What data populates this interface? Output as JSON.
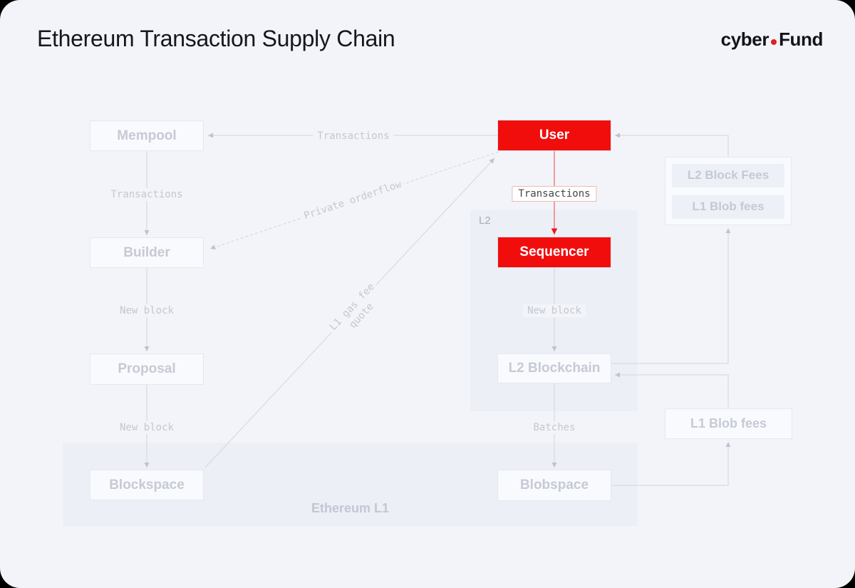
{
  "header": {
    "title": "Ethereum Transaction Supply Chain",
    "logo": {
      "part1": "cyber",
      "part2": "Fund"
    }
  },
  "colors": {
    "accent_red": "#f20d0d",
    "logo_dot_red": "#e0201f",
    "page_background": "#f2f4f9",
    "region_fill": "#edeff7",
    "faded_text": "#c6cad4",
    "wire": "#d2d5dc"
  },
  "regions": {
    "l2": {
      "label": "L2"
    },
    "l1": {
      "label": "Ethereum L1"
    }
  },
  "nodes": {
    "mempool": {
      "label": "Mempool",
      "state": "faded"
    },
    "builder": {
      "label": "Builder",
      "state": "faded"
    },
    "proposal": {
      "label": "Proposal",
      "state": "faded"
    },
    "blockspace": {
      "label": "Blockspace",
      "state": "faded"
    },
    "user": {
      "label": "User",
      "state": "highlighted"
    },
    "sequencer": {
      "label": "Sequencer",
      "state": "highlighted"
    },
    "l2_blockchain": {
      "label": "L2 Blockchain",
      "state": "faded"
    },
    "blobspace": {
      "label": "Blobspace",
      "state": "faded"
    },
    "l1_blob_fees_right": {
      "label": "L1 Blob fees",
      "state": "faded"
    }
  },
  "fees_panel": {
    "items": [
      {
        "label": "L2 Block Fees"
      },
      {
        "label": "L1 Blob fees"
      }
    ]
  },
  "edges": {
    "user_mempool": {
      "label": "Transactions"
    },
    "mempool_builder": {
      "label": "Transactions"
    },
    "builder_proposal": {
      "label": "New block"
    },
    "proposal_blockspace": {
      "label": "New block"
    },
    "user_sequencer": {
      "label": "Transactions",
      "style": "red"
    },
    "sequencer_l2blockchain": {
      "label": "New block"
    },
    "l2blockchain_blobspace": {
      "label": "Batches"
    },
    "user_builder": {
      "label": "Private orderflow",
      "style": "dashed"
    },
    "blockspace_user": {
      "label_line1": "L1 gas fee",
      "label_line2": "quote"
    }
  }
}
